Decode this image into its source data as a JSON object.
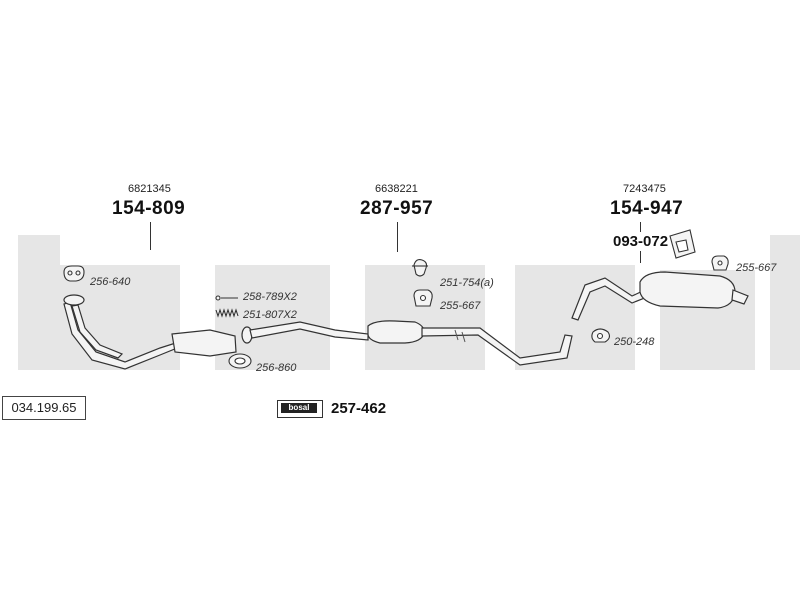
{
  "catalog_number": "034.199.65",
  "watermark_text": "bosal",
  "brand_badge_text": "bosal",
  "sections": {
    "front": {
      "oe_ref": "6821345",
      "part_number": "154-809"
    },
    "middle": {
      "oe_ref": "6638221",
      "part_number": "287-957"
    },
    "rear": {
      "oe_ref": "7243475",
      "part_number": "154-947",
      "secondary_part_number": "093-072"
    }
  },
  "small_parts": {
    "gasket_front": "256-640",
    "bolt": "258-789X2",
    "spring": "251-807X2",
    "ring_gasket": "256-860",
    "clamp_mid": "251-754(a)",
    "hanger_mid": "255-667",
    "hanger_rear": "255-667",
    "clamp_rear": "250-248"
  },
  "mounting_kit": "257-462",
  "colors": {
    "watermark": "#e6e6e6",
    "line": "#333333",
    "part_fill": "#f4f4f4"
  },
  "icons": [
    "gasket-icon",
    "bolt-icon",
    "spring-icon",
    "ring-gasket-icon",
    "clamp-icon",
    "rubber-hanger-icon",
    "mounting-kit-icon"
  ]
}
